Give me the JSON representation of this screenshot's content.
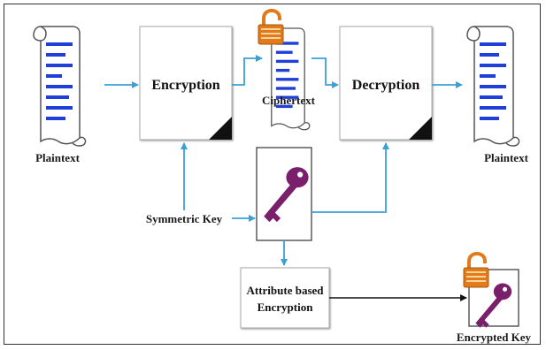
{
  "diagram": {
    "nodes": {
      "plaintext_left": "Plaintext",
      "encryption": "Encryption",
      "ciphertext": "Ciphertext",
      "decryption": "Decryption",
      "plaintext_right": "Plaintext",
      "symmetric_key": "Symmetric Key",
      "abe_line1": "Attribute based",
      "abe_line2": "Encryption",
      "encrypted_key": "Encrypted Key"
    },
    "colors": {
      "arrow": "#3aa0d8",
      "doc_lines": "#1f3fd8",
      "key": "#7a1f6b",
      "lock": "#e07a1a",
      "frame": "#333333"
    },
    "icons": [
      "scroll-document-icon",
      "padlock-icon",
      "key-icon"
    ]
  }
}
